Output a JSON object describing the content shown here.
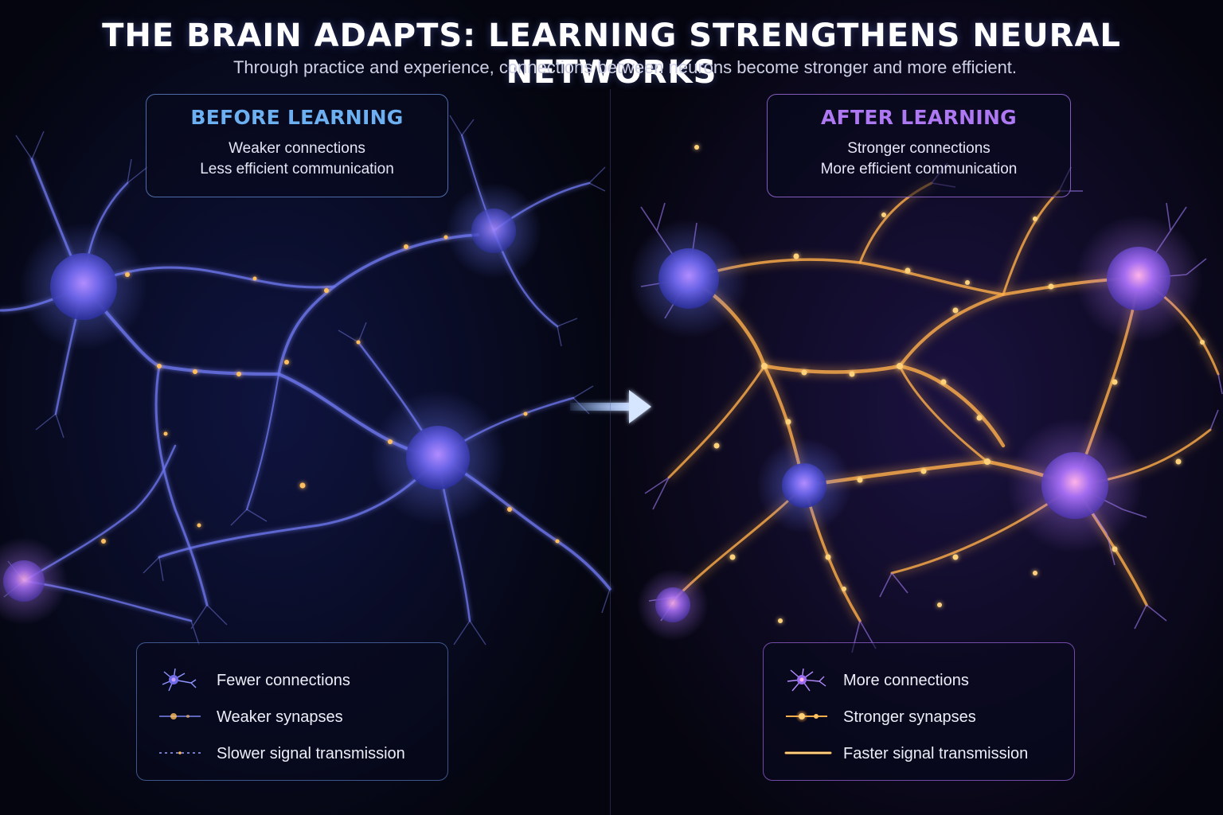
{
  "title": "THE BRAIN ADAPTS: LEARNING STRENGTHENS NEURAL NETWORKS",
  "subtitle": "Through practice and experience, connections between neurons become stronger and more efficient.",
  "before": {
    "heading": "BEFORE LEARNING",
    "lines": [
      "Weaker connections",
      "Less efficient communication"
    ],
    "legend": [
      {
        "label": "Fewer connections",
        "icon": "neuron-icon"
      },
      {
        "label": "Weaker synapses",
        "icon": "synapse-icon"
      },
      {
        "label": "Slower signal transmission",
        "icon": "dashed-signal-icon"
      }
    ]
  },
  "after": {
    "heading": "AFTER LEARNING",
    "lines": [
      "Stronger connections",
      "More efficient communication"
    ],
    "legend": [
      {
        "label": "More connections",
        "icon": "neuron-icon"
      },
      {
        "label": "Stronger synapses",
        "icon": "synapse-icon"
      },
      {
        "label": "Faster signal transmission",
        "icon": "solid-signal-icon"
      }
    ]
  },
  "colors": {
    "background": "#05060f",
    "before_accent": "#6cb0f2",
    "after_accent": "#ad78f2",
    "neuron_blue": "#7f8cff",
    "synapse_gold": "#ffb347"
  }
}
